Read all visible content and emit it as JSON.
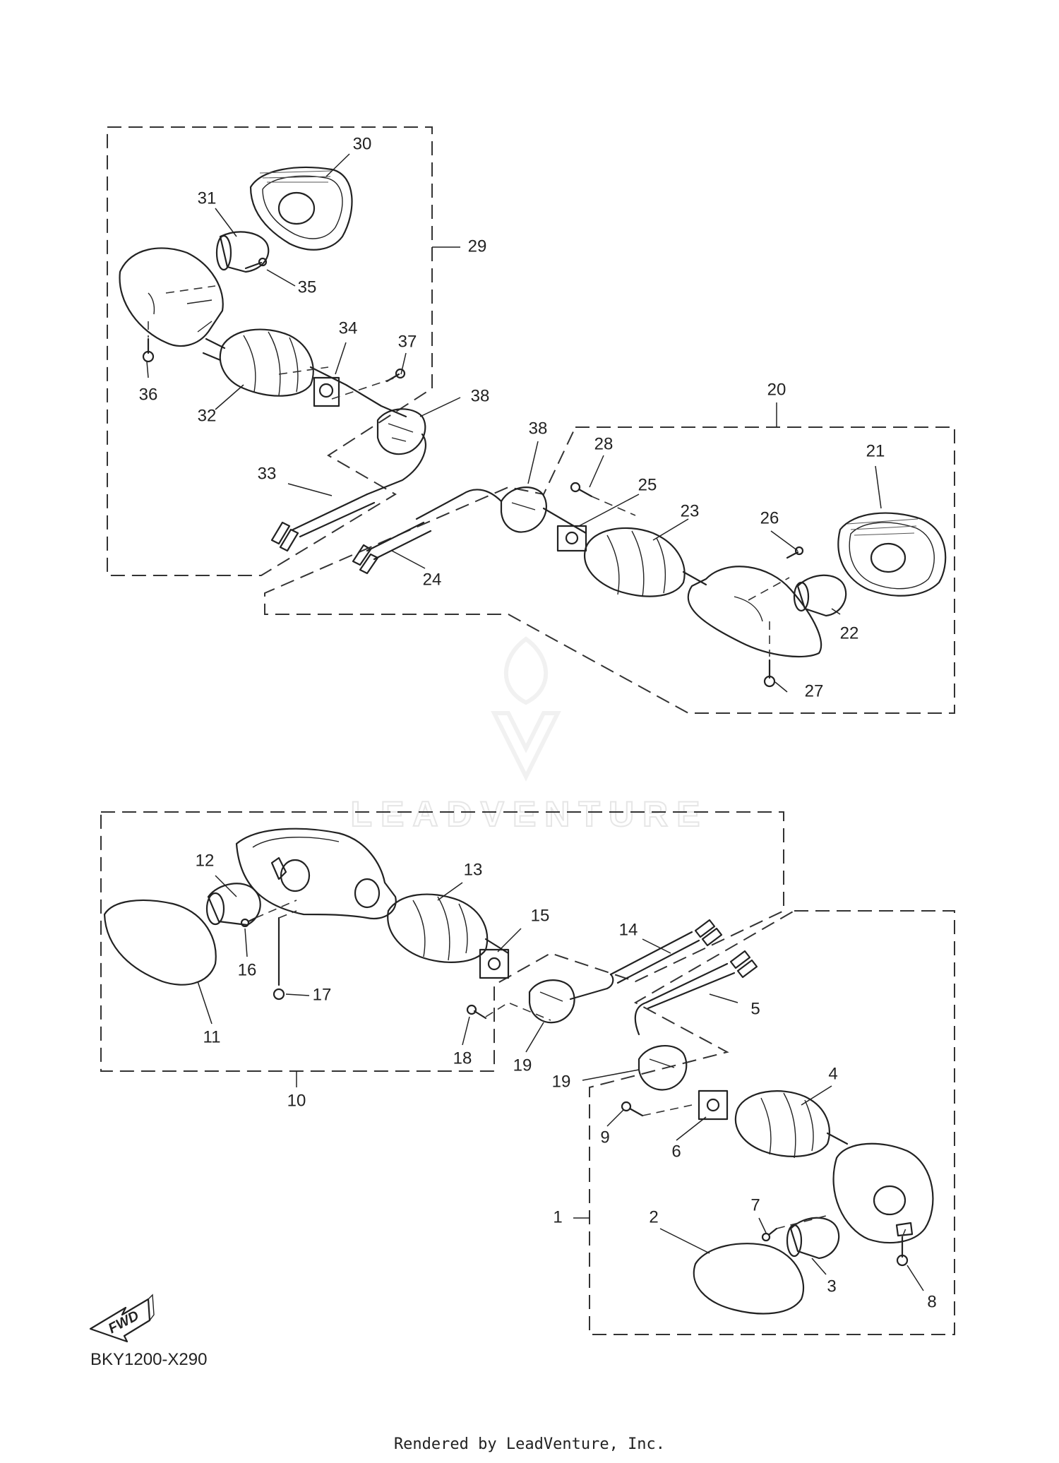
{
  "diagram": {
    "code": "BKY1200-X290",
    "fwd_label": "FWD",
    "footer": "Rendered by LeadVenture, Inc.",
    "watermark": "LEADVENTURE"
  },
  "callouts": [
    {
      "id": "c30",
      "text": "30"
    },
    {
      "id": "c31",
      "text": "31"
    },
    {
      "id": "c29",
      "text": "29"
    },
    {
      "id": "c35",
      "text": "35"
    },
    {
      "id": "c34",
      "text": "34"
    },
    {
      "id": "c37",
      "text": "37"
    },
    {
      "id": "c36",
      "text": "36"
    },
    {
      "id": "c32",
      "text": "32"
    },
    {
      "id": "c38a",
      "text": "38"
    },
    {
      "id": "c20",
      "text": "20"
    },
    {
      "id": "c38b",
      "text": "38"
    },
    {
      "id": "c28",
      "text": "28"
    },
    {
      "id": "c21",
      "text": "21"
    },
    {
      "id": "c33",
      "text": "33"
    },
    {
      "id": "c25",
      "text": "25"
    },
    {
      "id": "c23",
      "text": "23"
    },
    {
      "id": "c26",
      "text": "26"
    },
    {
      "id": "c24",
      "text": "24"
    },
    {
      "id": "c22",
      "text": "22"
    },
    {
      "id": "c27",
      "text": "27"
    },
    {
      "id": "c12",
      "text": "12"
    },
    {
      "id": "c13",
      "text": "13"
    },
    {
      "id": "c15",
      "text": "15"
    },
    {
      "id": "c14",
      "text": "14"
    },
    {
      "id": "c16",
      "text": "16"
    },
    {
      "id": "c17",
      "text": "17"
    },
    {
      "id": "c5",
      "text": "5"
    },
    {
      "id": "c11",
      "text": "11"
    },
    {
      "id": "c18",
      "text": "18"
    },
    {
      "id": "c19a",
      "text": "19"
    },
    {
      "id": "c19b",
      "text": "19"
    },
    {
      "id": "c4",
      "text": "4"
    },
    {
      "id": "c10",
      "text": "10"
    },
    {
      "id": "c9",
      "text": "9"
    },
    {
      "id": "c6",
      "text": "6"
    },
    {
      "id": "c1",
      "text": "1"
    },
    {
      "id": "c2",
      "text": "2"
    },
    {
      "id": "c7",
      "text": "7"
    },
    {
      "id": "c3",
      "text": "3"
    },
    {
      "id": "c8",
      "text": "8"
    }
  ]
}
